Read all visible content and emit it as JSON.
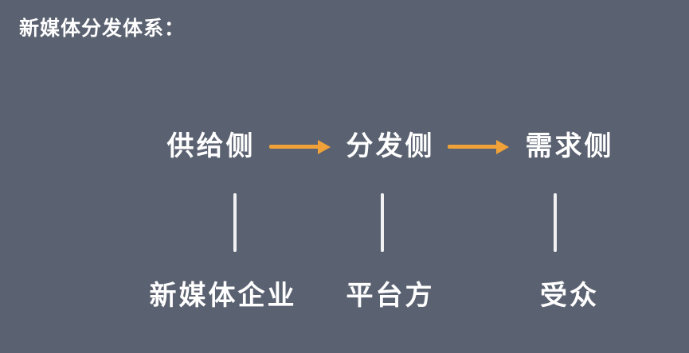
{
  "title": "新媒体分发体系：",
  "colors": {
    "background": "#5a6170",
    "text": "#ffffff",
    "arrow": "#f0a238",
    "connector": "#f2f2f4"
  },
  "chart_data": {
    "type": "flow-diagram",
    "title": "新媒体分发体系：",
    "flow_direction": "left-to-right",
    "nodes": [
      {
        "top": "供给侧",
        "bottom": "新媒体企业"
      },
      {
        "top": "分发侧",
        "bottom": "平台方"
      },
      {
        "top": "需求侧",
        "bottom": "受众"
      }
    ],
    "arrows": [
      {
        "from": "供给侧",
        "to": "分发侧"
      },
      {
        "from": "分发侧",
        "to": "需求侧"
      }
    ]
  },
  "flow": {
    "nodes": [
      {
        "top": "供给侧",
        "bottom": "新媒体企业"
      },
      {
        "top": "分发侧",
        "bottom": "平台方"
      },
      {
        "top": "需求侧",
        "bottom": "受众"
      }
    ]
  }
}
